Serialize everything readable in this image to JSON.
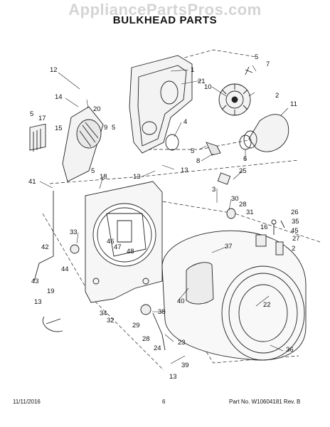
{
  "watermark": "AppliancePartsPros.com",
  "title": "BULKHEAD PARTS",
  "callouts": [
    "1",
    "2",
    "2",
    "3",
    "4",
    "5",
    "5",
    "5",
    "5",
    "5",
    "6",
    "7",
    "8",
    "9",
    "10",
    "11",
    "12",
    "13",
    "13",
    "13",
    "13",
    "14",
    "15",
    "16",
    "17",
    "18",
    "19",
    "20",
    "21",
    "22",
    "23",
    "24",
    "25",
    "26",
    "27",
    "28",
    "28",
    "29",
    "30",
    "31",
    "32",
    "33",
    "34",
    "35",
    "36",
    "37",
    "38",
    "39",
    "40",
    "41",
    "42",
    "43",
    "44",
    "45",
    "46",
    "47",
    "48"
  ],
  "footer": {
    "date": "11/11/2016",
    "page": "6",
    "part_no": "Part No. W10604181  Rev. B"
  }
}
